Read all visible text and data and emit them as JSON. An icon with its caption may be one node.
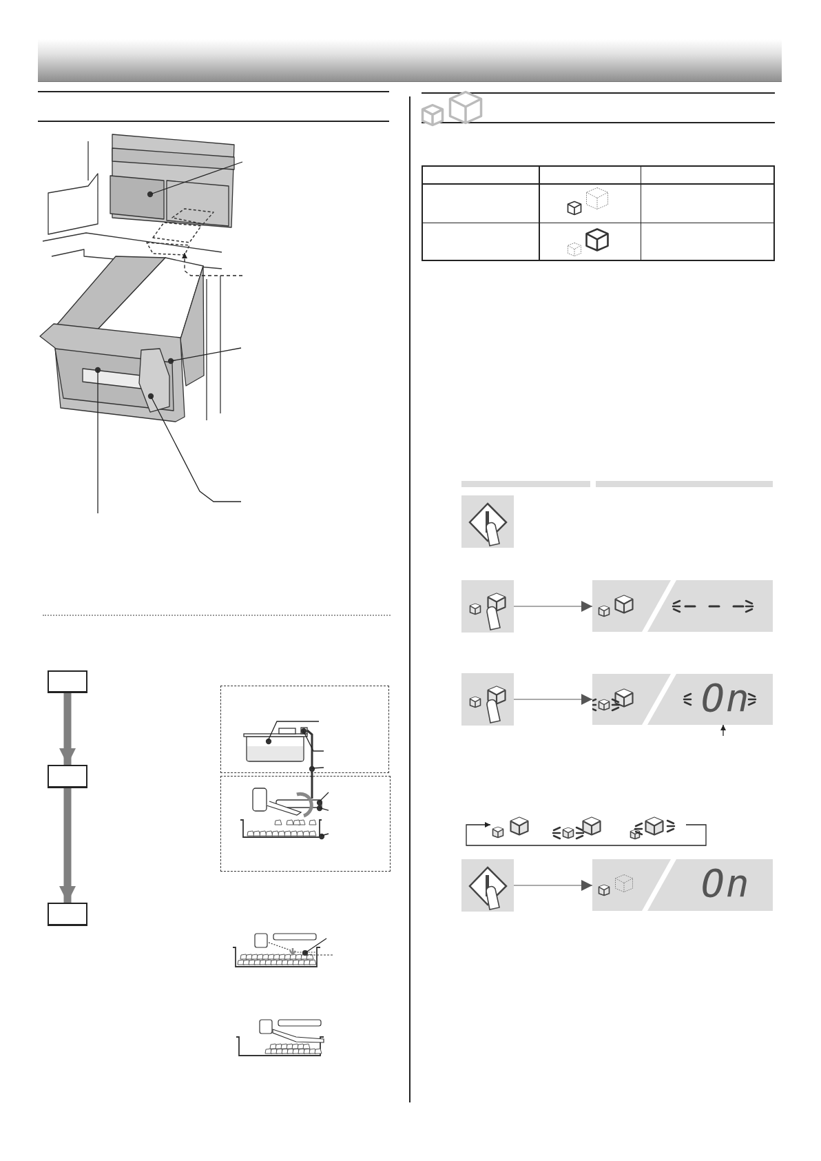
{
  "diagram": {
    "nodes": [
      {
        "text": [],
        "shape": "picture"
      },
      {
        "text": [],
        "shape": "box"
      },
      {
        "text": [],
        "shape": "box"
      },
      {
        "text": [],
        "shape": "box"
      },
      {
        "text": [],
        "shape": "box"
      },
      {
        "text": [],
        "shape": "box"
      },
      {
        "text": [],
        "shape": "picture"
      },
      {
        "text": [],
        "shape": "picture"
      },
      {
        "text": [],
        "shape": "box"
      },
      {
        "text": [],
        "shape": "box"
      },
      {
        "text": [],
        "shape": "box"
      },
      {
        "text": [],
        "shape": "box"
      },
      {
        "text": [
          "On"
        ]
      },
      {
        "text": [],
        "shape": "picture"
      },
      {
        "text": [],
        "shape": "picture"
      },
      {
        "text": [],
        "shape": "picture"
      },
      {
        "text": [],
        "shape": "box"
      },
      {
        "text": [
          "On"
        ]
      }
    ],
    "edges": [
      {
        "from": null,
        "to": 0,
        "arrow": "none"
      },
      {
        "from": null,
        "to": 0,
        "arrow": "to",
        "style": "dashed"
      },
      {
        "from": null,
        "to": 0,
        "arrow": "none"
      },
      {
        "from": null,
        "to": 0,
        "arrow": "none"
      },
      {
        "from": null,
        "to": 0,
        "arrow": "none"
      },
      {
        "from": 1,
        "to": 2,
        "arrow": "to",
        "style": "thick",
        "color": "#808080"
      },
      {
        "from": 2,
        "to": 3,
        "arrow": "to",
        "style": "thick",
        "color": "#808080"
      },
      {
        "from": null,
        "to": 4,
        "arrow": "none"
      },
      {
        "from": null,
        "to": 4,
        "arrow": "none"
      },
      {
        "from": null,
        "to": 4,
        "arrow": "none"
      },
      {
        "from": null,
        "to": 5,
        "arrow": "none"
      },
      {
        "from": null,
        "to": 5,
        "arrow": "none"
      },
      {
        "from": null,
        "to": 5,
        "arrow": "none"
      },
      {
        "from": null,
        "to": 6,
        "arrow": "none"
      },
      {
        "from": 9,
        "to": 10,
        "arrow": "to",
        "color": "#555555"
      },
      {
        "from": 11,
        "to": 12,
        "arrow": "to",
        "color": "#555555"
      },
      {
        "from": 16,
        "to": 17,
        "arrow": "to",
        "color": "#555555"
      },
      {
        "from": 15,
        "to": 13,
        "arrow": "to"
      },
      {
        "from": null,
        "to": 12,
        "arrow": "to"
      }
    ]
  }
}
